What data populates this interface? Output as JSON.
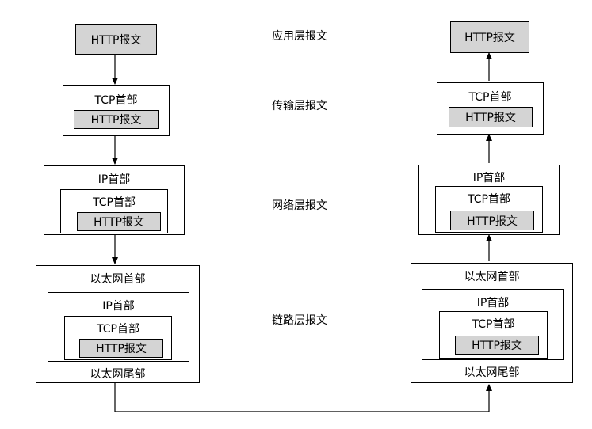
{
  "packet": {
    "http": "HTTP报文",
    "tcp_header": "TCP首部",
    "ip_header": "IP首部",
    "eth_header": "以太网首部",
    "eth_trailer": "以太网尾部"
  },
  "layers": {
    "application": "应用层报文",
    "transport": "传输层报文",
    "network": "网络层报文",
    "link": "链路层报文"
  }
}
